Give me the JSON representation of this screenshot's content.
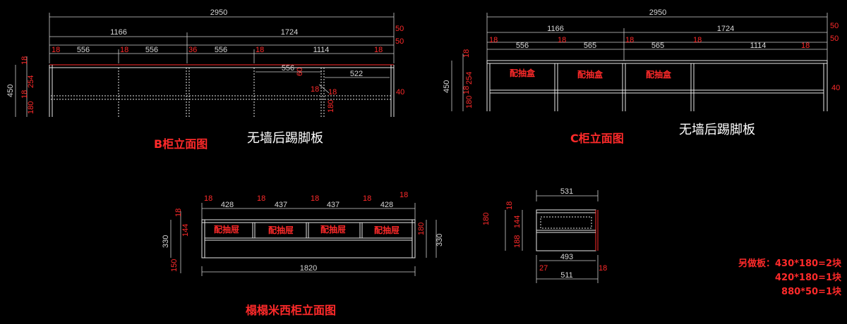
{
  "drawings": {
    "b": {
      "title": "B柜立面图",
      "note": "无墙后踢脚板",
      "dims_top": [
        "2950",
        "1166",
        "1724",
        "50",
        "50"
      ],
      "dims_seg": [
        "18",
        "556",
        "18",
        "556",
        "36",
        "556",
        "18",
        "1114",
        "18"
      ],
      "dims_inner": [
        "556",
        "60",
        "522",
        "18",
        "18",
        "180",
        "40"
      ],
      "dims_left": [
        "18",
        "450",
        "254",
        "18",
        "180"
      ]
    },
    "c": {
      "title": "C柜立面图",
      "note": "无墙后踢脚板",
      "dims_top": [
        "2950",
        "1166",
        "1724",
        "50",
        "50"
      ],
      "dims_seg": [
        "18",
        "556",
        "18",
        "565",
        "18",
        "565",
        "18",
        "1114",
        "18"
      ],
      "dims_left": [
        "18",
        "450",
        "254",
        "18",
        "180"
      ],
      "dims_right": [
        "40"
      ],
      "drawers": [
        "配抽盒",
        "配抽盒",
        "配抽盒"
      ]
    },
    "tatami": {
      "title": "榻榻米西柜立面图",
      "dims_top": [
        "18",
        "428",
        "18",
        "437",
        "18",
        "437",
        "18",
        "428",
        "18"
      ],
      "dims_left": [
        "18",
        "330",
        "144",
        "150"
      ],
      "dims_right": [
        "180",
        "330"
      ],
      "dims_bottom": [
        "1820"
      ],
      "drawers": [
        "配抽屉",
        "配抽屉",
        "配抽屉",
        "配抽屉"
      ]
    },
    "side": {
      "dims_top": [
        "531"
      ],
      "dims_left": [
        "18",
        "180",
        "144",
        "188"
      ],
      "dims_inner": [
        "493"
      ],
      "dims_bottom": [
        "27",
        "18",
        "511"
      ]
    }
  },
  "notes": {
    "extra_boards": [
      "另做板：430*180=2块",
      "420*180=1块",
      "880*50=1块"
    ]
  },
  "colors": {
    "background": "#000000",
    "dimension": "#ff2a2a",
    "line": "#e8e8e8"
  }
}
